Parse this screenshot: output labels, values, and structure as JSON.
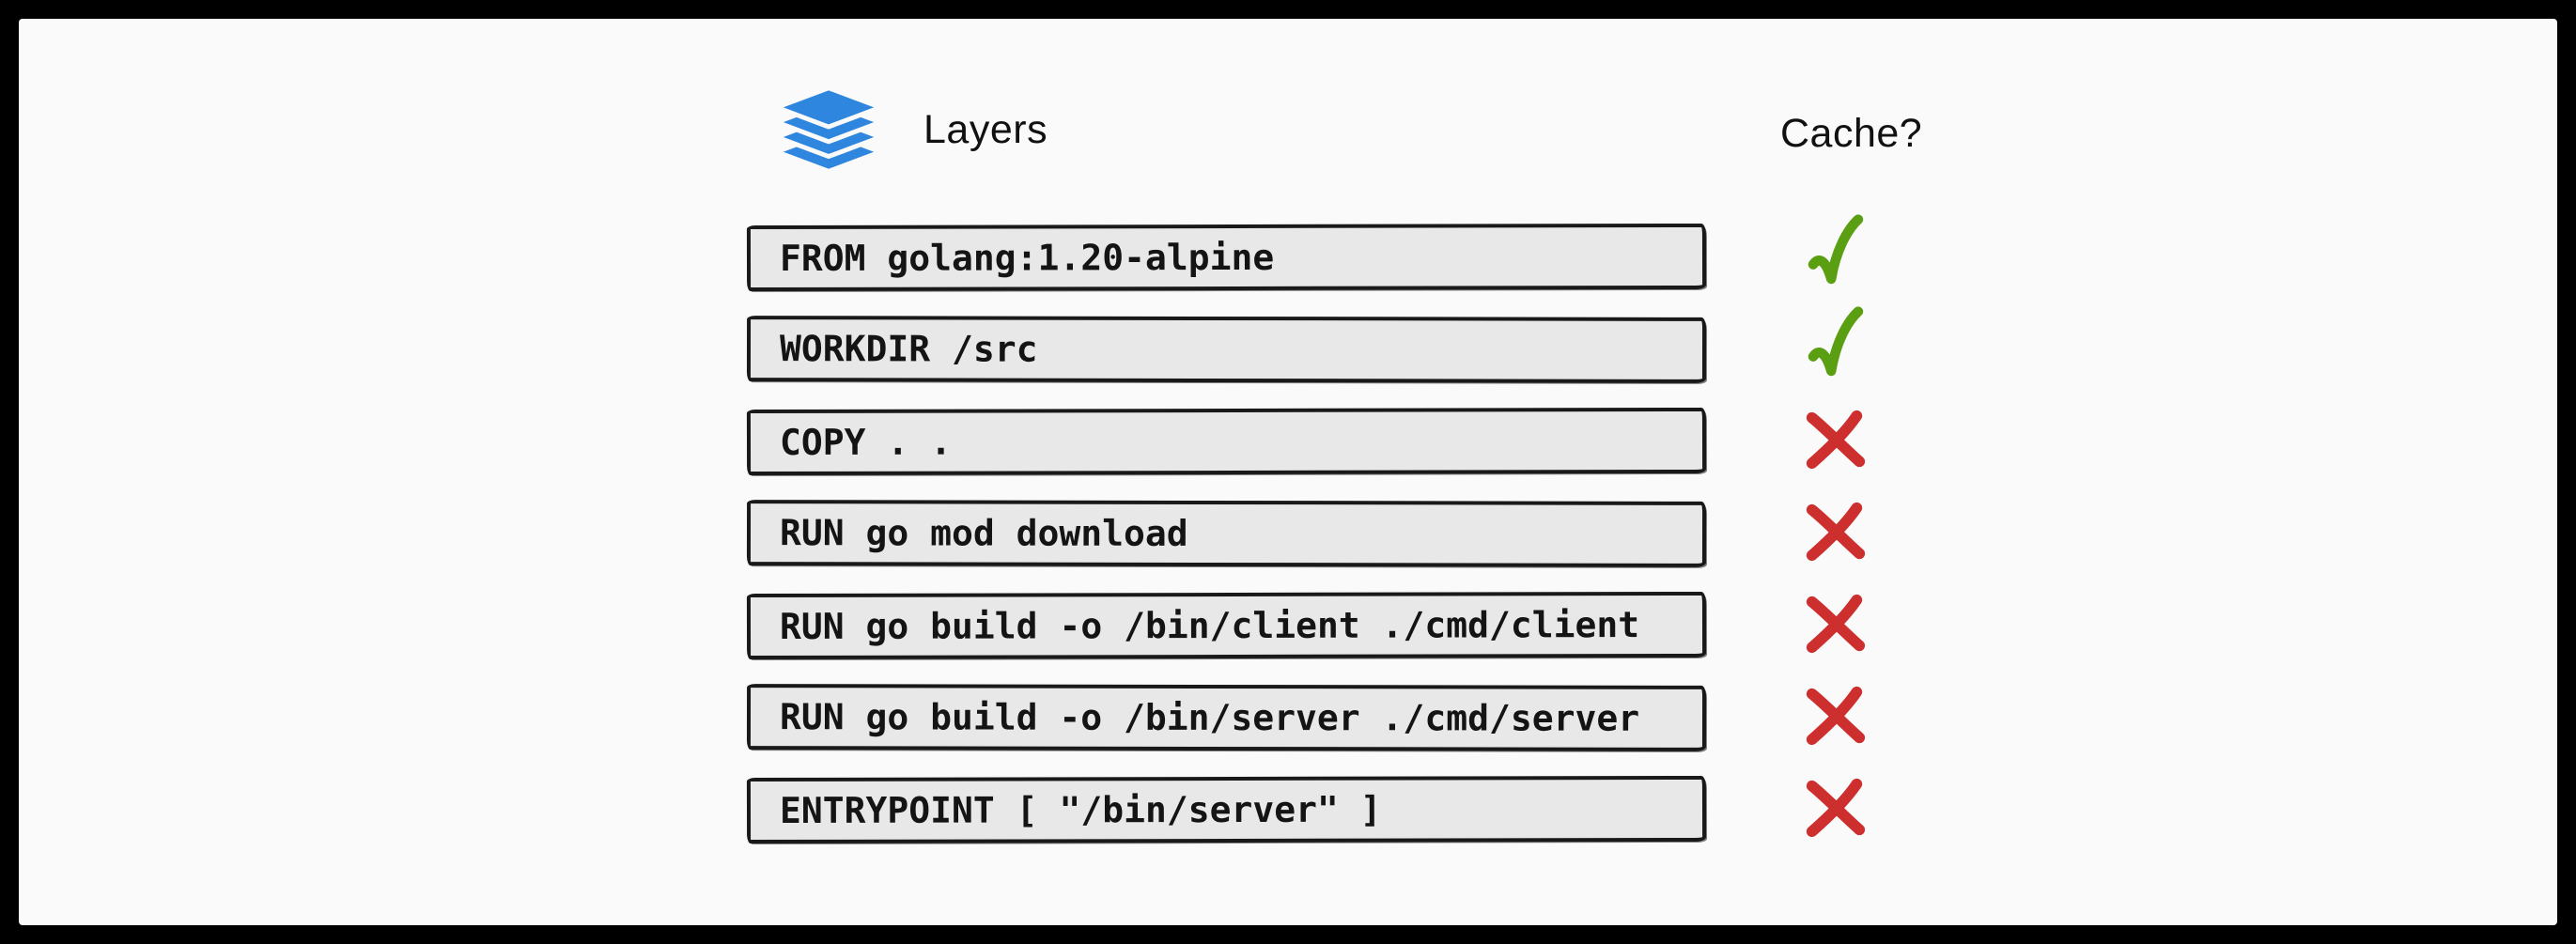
{
  "header": {
    "title": "Layers",
    "cache_label": "Cache?",
    "icon": "layers-stack-icon"
  },
  "colors": {
    "frame": "#000000",
    "background": "#fafafa",
    "box_fill": "#e8e8e8",
    "box_border": "#191919",
    "layers_icon_blue": "#2e86de",
    "check_green": "#5a9e12",
    "x_red": "#cd2f2f"
  },
  "rows": [
    {
      "command": "FROM golang:1.20-alpine",
      "cached": true,
      "mark": "check"
    },
    {
      "command": "WORKDIR /src",
      "cached": true,
      "mark": "check"
    },
    {
      "command": "COPY . .",
      "cached": false,
      "mark": "x"
    },
    {
      "command": "RUN go mod download",
      "cached": false,
      "mark": "x"
    },
    {
      "command": "RUN go build -o /bin/client ./cmd/client",
      "cached": false,
      "mark": "x"
    },
    {
      "command": "RUN go build -o /bin/server ./cmd/server",
      "cached": false,
      "mark": "x"
    },
    {
      "command": "ENTRYPOINT [ \"/bin/server\" ]",
      "cached": false,
      "mark": "x"
    }
  ]
}
